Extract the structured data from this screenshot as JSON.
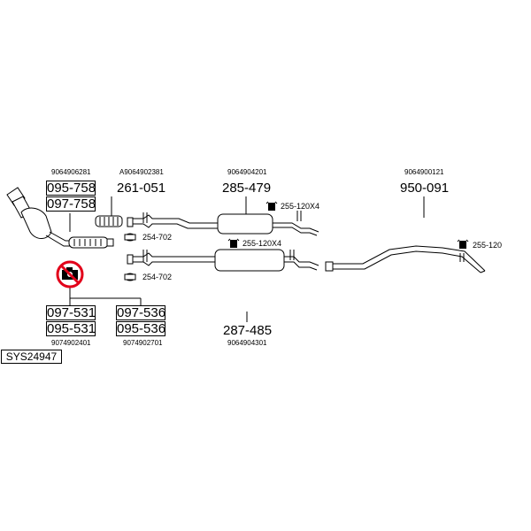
{
  "system": "SYS24947",
  "oe_numbers": {
    "cat": "9064906281",
    "flex": "A9064902381",
    "front_muffler": "9064904201",
    "rear_pipe": "9064900121",
    "pipe_left": "9074902401",
    "pipe_right": "9074902701",
    "long_muffler": "9064904301"
  },
  "parts": {
    "cat_a": "095-758",
    "cat_b": "097-758",
    "flex": "261-051",
    "front_muffler": "285-479",
    "rear_pipe": "950-091",
    "left_a": "097-531",
    "left_b": "095-531",
    "right_a": "097-536",
    "right_b": "095-536",
    "long_muffler": "287-485"
  },
  "accessories": {
    "clamp_upper": "254-702",
    "clamp_lower": "254-702",
    "hanger_upper": "255-120X4",
    "hanger_lower": "255-120X4",
    "hanger_rear": "255-120"
  },
  "icons": {
    "no_camera": "no-camera-icon",
    "clamp": "clamp-icon",
    "hanger": "rubber-hanger-icon"
  },
  "colors": {
    "prohibit_red": "#e2001a",
    "line": "#000000"
  }
}
